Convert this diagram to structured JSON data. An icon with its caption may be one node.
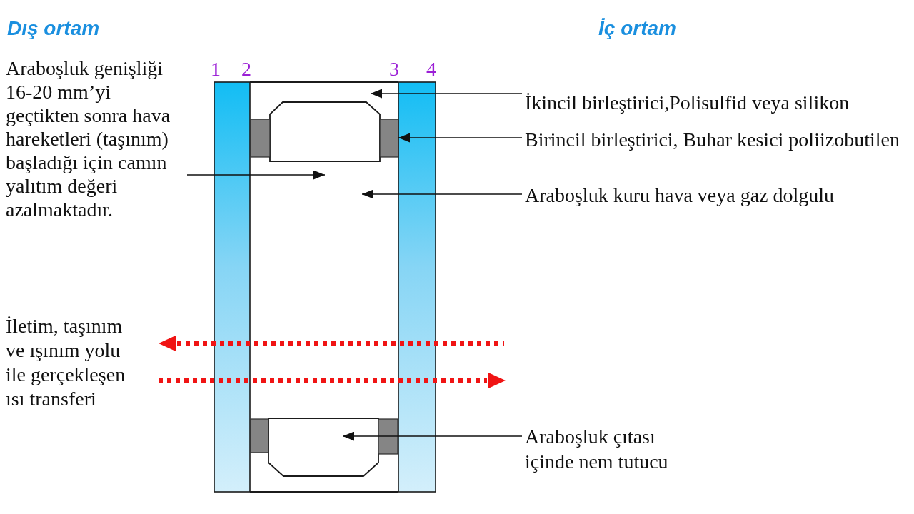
{
  "diagram": {
    "nodes": [
      {
        "text": [
          "Araboşluk genişliği 16-20 mm’yi geçtikten sonra hava hareketleri (taşınım) başladığı için camın yalıtım değeri azalmaktadır."
        ]
      },
      {
        "text": [
          "İkincil birleştirici,Polisulfid veya silikon"
        ]
      },
      {
        "text": [
          "Birincil birleştirici, Buhar kesici poliizobutilen"
        ]
      },
      {
        "text": [
          "Araboşluk kuru hava veya gaz dolgulu"
        ]
      },
      {
        "text": [
          "Araboşluk çıtası içinde nem tutucu"
        ]
      },
      {
        "text": [],
        "shape": "box"
      },
      {
        "text": [],
        "shape": "box"
      },
      {
        "text": [],
        "shape": "box"
      },
      {
        "text": [],
        "shape": "box"
      }
    ],
    "edges": [
      {
        "from": 0,
        "to": null,
        "arrow": "to"
      },
      {
        "from": 1,
        "to": null,
        "arrow": "to"
      },
      {
        "from": 2,
        "to": 6,
        "arrow": "to"
      },
      {
        "from": 3,
        "to": null,
        "arrow": "to"
      },
      {
        "from": 4,
        "to": null,
        "arrow": "to"
      }
    ],
    "labels": [
      "Dış ortam",
      "İç ortam",
      "1",
      "2",
      "3",
      "4",
      "İletim, taşınım ve ışınım yolu ile gerçekleşen ısı transferi"
    ]
  }
}
